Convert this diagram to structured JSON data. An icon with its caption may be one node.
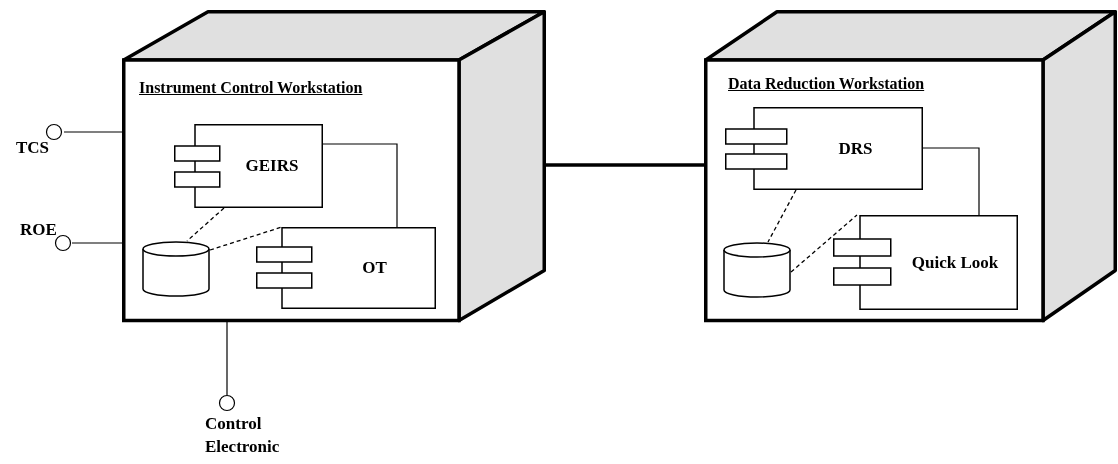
{
  "diagram": {
    "nodes": [
      {
        "text": [
          "Instrument Control Workstation"
        ]
      },
      {
        "text": [
          "GEIRS"
        ],
        "in": 0
      },
      {
        "text": [],
        "shape": "cylinder",
        "in": 0
      },
      {
        "text": [
          "OT"
        ],
        "in": 0
      },
      {
        "text": [
          "TCS"
        ]
      },
      {
        "text": [
          "ROE"
        ]
      },
      {
        "text": [
          "Control Electronic"
        ]
      },
      {
        "text": [
          "Data Reduction Workstation"
        ]
      },
      {
        "text": [
          "DRS"
        ],
        "in": 7
      },
      {
        "text": [],
        "shape": "cylinder",
        "in": 7
      },
      {
        "text": [
          "Quick Look"
        ],
        "in": 7
      }
    ],
    "edges": [
      {
        "from": 4,
        "to": 0,
        "arrow": "none"
      },
      {
        "from": 5,
        "to": 0,
        "arrow": "none"
      },
      {
        "from": 6,
        "to": 0,
        "arrow": "none"
      },
      {
        "from": 0,
        "to": 7,
        "arrow": "none",
        "style": "thick"
      },
      {
        "from": 1,
        "to": 3,
        "arrow": "none"
      },
      {
        "from": 1,
        "to": 2,
        "arrow": "none",
        "style": "dashed"
      },
      {
        "from": 2,
        "to": 3,
        "arrow": "none",
        "style": "dashed"
      },
      {
        "from": 8,
        "to": 10,
        "arrow": "none"
      },
      {
        "from": 8,
        "to": 9,
        "arrow": "none",
        "style": "dashed"
      },
      {
        "from": 9,
        "to": 10,
        "arrow": "none",
        "style": "dashed"
      }
    ]
  }
}
